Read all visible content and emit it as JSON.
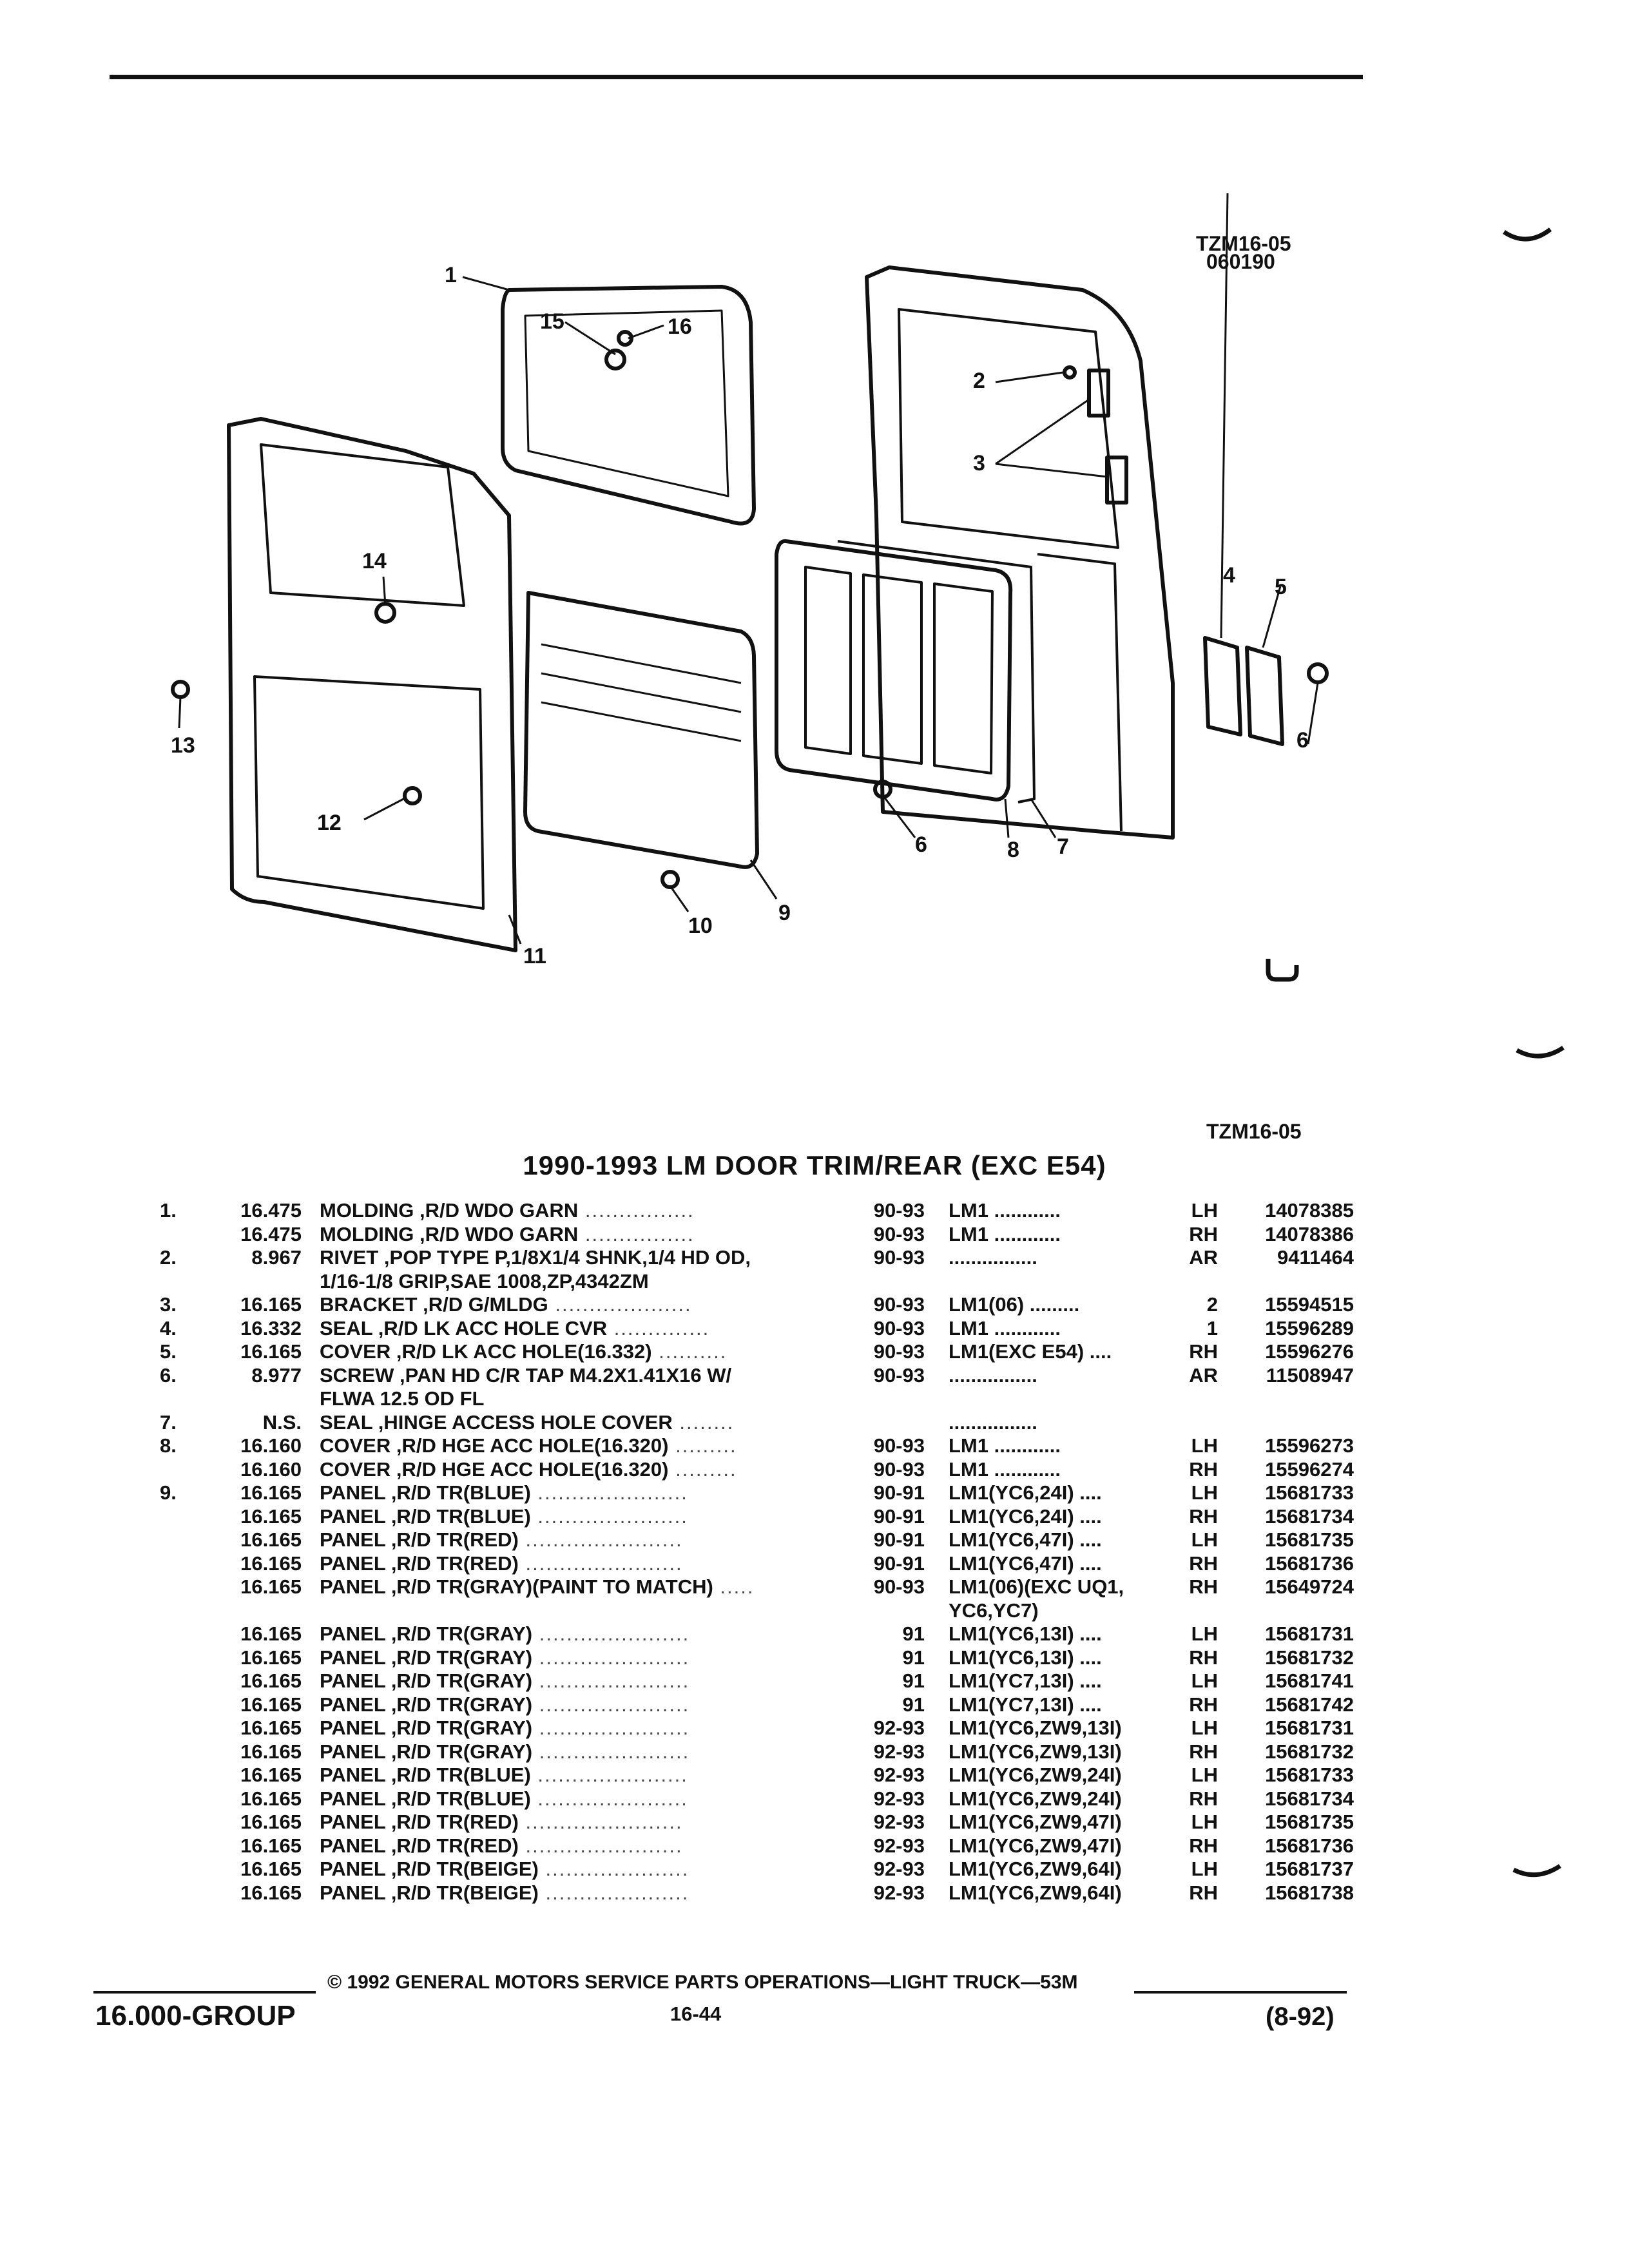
{
  "header": {
    "figure_code": "TZM16-05",
    "figure_date": "060190"
  },
  "diagram": {
    "figure_code": "TZM16-05",
    "callouts": [
      "1",
      "2",
      "3",
      "4",
      "5",
      "6",
      "6",
      "7",
      "8",
      "9",
      "10",
      "11",
      "12",
      "13",
      "14",
      "15",
      "16"
    ]
  },
  "table": {
    "title": "1990-1993 LM DOOR TRIM/REAR (EXC E54)",
    "rows": [
      {
        "ref": "1.",
        "grp": "16.475",
        "desc": "MOLDING ,R/D WDO GARN",
        "dots": " ................",
        "yrs": "90-93",
        "model": "LM1  ............",
        "side": "LH",
        "pn": "14078385"
      },
      {
        "ref": "",
        "grp": "16.475",
        "desc": "MOLDING ,R/D WDO GARN",
        "dots": " ................",
        "yrs": "90-93",
        "model": "LM1  ............",
        "side": "RH",
        "pn": "14078386"
      },
      {
        "ref": "2.",
        "grp": "8.967",
        "desc": "RIVET ,POP TYPE P,1/8X1/4 SHNK,1/4 HD OD,",
        "dots": "",
        "yrs": "90-93",
        "model": "  ................",
        "side": "AR",
        "pn": "9411464"
      },
      {
        "ref": "",
        "grp": "",
        "desc": "1/16-1/8 GRIP,SAE 1008,ZP,4342ZM",
        "dots": "",
        "yrs": "",
        "model": "",
        "side": "",
        "pn": ""
      },
      {
        "ref": "3.",
        "grp": "16.165",
        "desc": "BRACKET ,R/D G/MLDG",
        "dots": " ....................",
        "yrs": "90-93",
        "model": "LM1(06)  .........",
        "side": "2",
        "pn": "15594515"
      },
      {
        "ref": "4.",
        "grp": "16.332",
        "desc": "SEAL ,R/D LK ACC HOLE CVR",
        "dots": " ..............",
        "yrs": "90-93",
        "model": "LM1  ............",
        "side": "1",
        "pn": "15596289"
      },
      {
        "ref": "5.",
        "grp": "16.165",
        "desc": "COVER ,R/D LK ACC HOLE(16.332)",
        "dots": " ..........",
        "yrs": "90-93",
        "model": "LM1(EXC E54) ....",
        "side": "RH",
        "pn": "15596276"
      },
      {
        "ref": "6.",
        "grp": "8.977",
        "desc": "SCREW ,PAN HD C/R TAP M4.2X1.41X16 W/",
        "dots": "",
        "yrs": "90-93",
        "model": "  ................",
        "side": "AR",
        "pn": "11508947"
      },
      {
        "ref": "",
        "grp": "",
        "desc": "FLWA 12.5 OD FL",
        "dots": "",
        "yrs": "",
        "model": "",
        "side": "",
        "pn": ""
      },
      {
        "ref": "7.",
        "grp": "N.S.",
        "desc": "SEAL ,HINGE ACCESS HOLE COVER",
        "dots": " ........",
        "yrs": "",
        "model": "  ................",
        "side": "",
        "pn": ""
      },
      {
        "ref": "8.",
        "grp": "16.160",
        "desc": "COVER ,R/D HGE ACC HOLE(16.320)",
        "dots": " .........",
        "yrs": "90-93",
        "model": "LM1  ............",
        "side": "LH",
        "pn": "15596273"
      },
      {
        "ref": "",
        "grp": "16.160",
        "desc": "COVER ,R/D HGE ACC HOLE(16.320)",
        "dots": " .........",
        "yrs": "90-93",
        "model": "LM1  ............",
        "side": "RH",
        "pn": "15596274"
      },
      {
        "ref": "9.",
        "grp": "16.165",
        "desc": "PANEL ,R/D TR(BLUE)",
        "dots": " ......................",
        "yrs": "90-91",
        "model": "LM1(YC6,24I)  ....",
        "side": "LH",
        "pn": "15681733"
      },
      {
        "ref": "",
        "grp": "16.165",
        "desc": "PANEL ,R/D TR(BLUE)",
        "dots": " ......................",
        "yrs": "90-91",
        "model": "LM1(YC6,24I)  ....",
        "side": "RH",
        "pn": "15681734"
      },
      {
        "ref": "",
        "grp": "16.165",
        "desc": "PANEL ,R/D TR(RED)",
        "dots": " .......................",
        "yrs": "90-91",
        "model": "LM1(YC6,47I)  ....",
        "side": "LH",
        "pn": "15681735"
      },
      {
        "ref": "",
        "grp": "16.165",
        "desc": "PANEL ,R/D TR(RED)",
        "dots": " .......................",
        "yrs": "90-91",
        "model": "LM1(YC6,47I)  ....",
        "side": "RH",
        "pn": "15681736"
      },
      {
        "ref": "",
        "grp": "16.165",
        "desc": "PANEL ,R/D TR(GRAY)(PAINT TO MATCH)",
        "dots": " .....",
        "yrs": "90-93",
        "model": "LM1(06)(EXC UQ1,",
        "side": "RH",
        "pn": "15649724"
      },
      {
        "ref": "",
        "grp": "",
        "desc": "",
        "dots": "",
        "yrs": "",
        "model": "YC6,YC7)",
        "side": "",
        "pn": ""
      },
      {
        "ref": "",
        "grp": "16.165",
        "desc": "PANEL ,R/D TR(GRAY)",
        "dots": "  ......................",
        "yrs": "91",
        "model": "LM1(YC6,13I)  ....",
        "side": "LH",
        "pn": "15681731"
      },
      {
        "ref": "",
        "grp": "16.165",
        "desc": "PANEL ,R/D TR(GRAY)",
        "dots": "  ......................",
        "yrs": "91",
        "model": "LM1(YC6,13I)  ....",
        "side": "RH",
        "pn": "15681732"
      },
      {
        "ref": "",
        "grp": "16.165",
        "desc": "PANEL ,R/D TR(GRAY)",
        "dots": "  ......................",
        "yrs": "91",
        "model": "LM1(YC7,13I)  ....",
        "side": "LH",
        "pn": "15681741"
      },
      {
        "ref": "",
        "grp": "16.165",
        "desc": "PANEL ,R/D TR(GRAY)",
        "dots": "  ......................",
        "yrs": "91",
        "model": "LM1(YC7,13I)  ....",
        "side": "RH",
        "pn": "15681742"
      },
      {
        "ref": "",
        "grp": "16.165",
        "desc": "PANEL ,R/D TR(GRAY)",
        "dots": "  ......................",
        "yrs": "92-93",
        "model": "LM1(YC6,ZW9,13I)",
        "side": "LH",
        "pn": "15681731"
      },
      {
        "ref": "",
        "grp": "16.165",
        "desc": "PANEL ,R/D TR(GRAY)",
        "dots": "  ......................",
        "yrs": "92-93",
        "model": "LM1(YC6,ZW9,13I)",
        "side": "RH",
        "pn": "15681732"
      },
      {
        "ref": "",
        "grp": "16.165",
        "desc": "PANEL ,R/D TR(BLUE)",
        "dots": " ......................",
        "yrs": "92-93",
        "model": "LM1(YC6,ZW9,24I)",
        "side": "LH",
        "pn": "15681733"
      },
      {
        "ref": "",
        "grp": "16.165",
        "desc": "PANEL ,R/D TR(BLUE)",
        "dots": " ......................",
        "yrs": "92-93",
        "model": "LM1(YC6,ZW9,24I)",
        "side": "RH",
        "pn": "15681734"
      },
      {
        "ref": "",
        "grp": "16.165",
        "desc": "PANEL ,R/D TR(RED)",
        "dots": " .......................",
        "yrs": "92-93",
        "model": "LM1(YC6,ZW9,47I)",
        "side": "LH",
        "pn": "15681735"
      },
      {
        "ref": "",
        "grp": "16.165",
        "desc": "PANEL ,R/D TR(RED)",
        "dots": " .......................",
        "yrs": "92-93",
        "model": "LM1(YC6,ZW9,47I)",
        "side": "RH",
        "pn": "15681736"
      },
      {
        "ref": "",
        "grp": "16.165",
        "desc": "PANEL ,R/D TR(BEIGE)",
        "dots": " .....................",
        "yrs": "92-93",
        "model": "LM1(YC6,ZW9,64I)",
        "side": "LH",
        "pn": "15681737"
      },
      {
        "ref": "",
        "grp": "16.165",
        "desc": "PANEL ,R/D TR(BEIGE)",
        "dots": " .....................",
        "yrs": "92-93",
        "model": "LM1(YC6,ZW9,64I)",
        "side": "RH",
        "pn": "15681738"
      }
    ]
  },
  "footer": {
    "group": "16.000-GROUP",
    "copyright": "© 1992 GENERAL MOTORS SERVICE PARTS OPERATIONS—LIGHT TRUCK—53M",
    "page": "16-44",
    "date": "(8-92)"
  }
}
